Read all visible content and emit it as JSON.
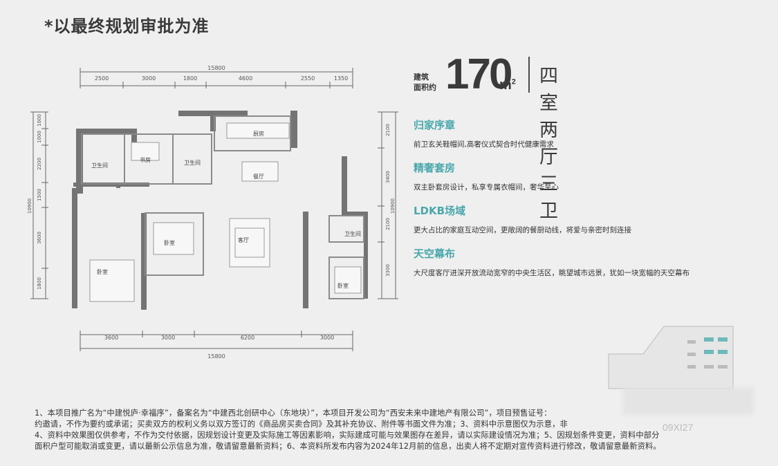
{
  "header_note": "*以最终规划审批为准",
  "area": {
    "label_line1": "建筑",
    "label_line2": "面积约",
    "number": "170",
    "unit": "m",
    "unit_sup": "2",
    "layout": "四室两厅三卫"
  },
  "features": [
    {
      "title": "归家序章",
      "desc": "前卫玄关鞋帽间,高奢仪式契合时代健康需求"
    },
    {
      "title": "精奢套房",
      "desc": "双主卧套房设计，私享专属衣帽间，奢华至心"
    },
    {
      "title": "LDKB场域",
      "desc": "更大占比的家庭互动空间，更敞阔的餐厨动线，将爱与亲密时刻连接"
    },
    {
      "title": "天空幕布",
      "desc": "大尺度客厅进深开放流动宽窄的中央生活区，眺望城市远景，犹如一块宽幅的天空幕布"
    }
  ],
  "dimensions": {
    "top_total": "15800",
    "top_segments": [
      "2500",
      "3000",
      "1800",
      "4600",
      "2550",
      "1350"
    ],
    "bottom_total": "15800",
    "bottom_segments": [
      "3600",
      "3000",
      "6200",
      "3000"
    ],
    "left_total": "10900",
    "left_segments": [
      "1000",
      "1000",
      "2200",
      "1500",
      "3600",
      "1800"
    ],
    "right_total": "10900",
    "right_segments": [
      "2100",
      "3400",
      "2100",
      "3300"
    ]
  },
  "rooms": {
    "bath1": "卫生间",
    "study": "书房",
    "bath2": "卫生间",
    "kitchen": "厨房",
    "dining": "餐厅",
    "living": "客厅",
    "bedroom_center": "卧室",
    "bedroom_left": "卧室",
    "bedroom_right": "卧室",
    "bath3": "卫生间"
  },
  "footnote": [
    "1、本项目推广名为“中建悦庐·幸福序”，备案名为“中建西北创研中心（东地块）”，本项目开发公司为“西安未来中建地产有限公司”，项目预售证号：",
    "约邀请，不作为要约或承诺；买卖双方的权利义务以双方签订的《商品房买卖合同》及其补充协议、附件等书面文件为准；3、资料中示意图仅为示意，非",
    "4、资料中效果图仅供参考，不作为交付依据，因规划设计变更及实际施工等因素影响，实际建成可能与效果图存在差异，请以实际建设情况为准；5、因规划条件变更，资料中部分",
    "面积户型可能取消或变更，请以最新公示信息为准，敬请留意最新资料；6、本资料所发布内容为2024年12月前的信息，出卖人将不定期对宣传资料进行修改，敬请留意最新资料。"
  ],
  "watermark_id": "09XI27",
  "colors": {
    "accent": "#49a7ab",
    "wall": "#707070",
    "background": "#efefef"
  }
}
